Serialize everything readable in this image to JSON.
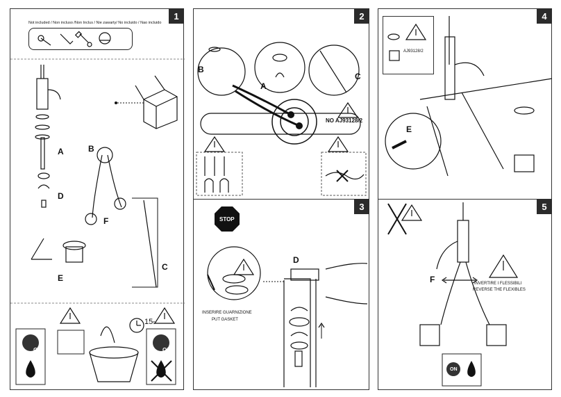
{
  "panels": [
    {
      "number": "1"
    },
    {
      "number": "2"
    },
    {
      "number": "3"
    },
    {
      "number": "4"
    },
    {
      "number": "5"
    }
  ],
  "panel1": {
    "not_included": "Not included / Non incluso /Non Inclus / Nie zawarty/ No incluido / Nao incluido",
    "labels": {
      "a": "A",
      "b": "B",
      "d": "D",
      "f": "F",
      "e": "E",
      "c": "C"
    },
    "on": "ON",
    "off": "OFF",
    "time": "15",
    "time_unit": "s"
  },
  "panel2": {
    "labels": {
      "b": "B",
      "a": "A",
      "c": "C"
    },
    "code_note": "NO AJ93128/2"
  },
  "panel3": {
    "stop": "STOP",
    "label_d": "D",
    "gasket_it": "INSERIRE GUARNIZIONE",
    "gasket_en": "PUT GASKET"
  },
  "panel4": {
    "code": "AJ93128/2",
    "label_e": "E"
  },
  "panel5": {
    "label_f": "F",
    "reverse_it": "INVERTIRE I FLESSIBILI",
    "reverse_en": "REVERSE THE FLEXIBLES",
    "on": "ON"
  }
}
